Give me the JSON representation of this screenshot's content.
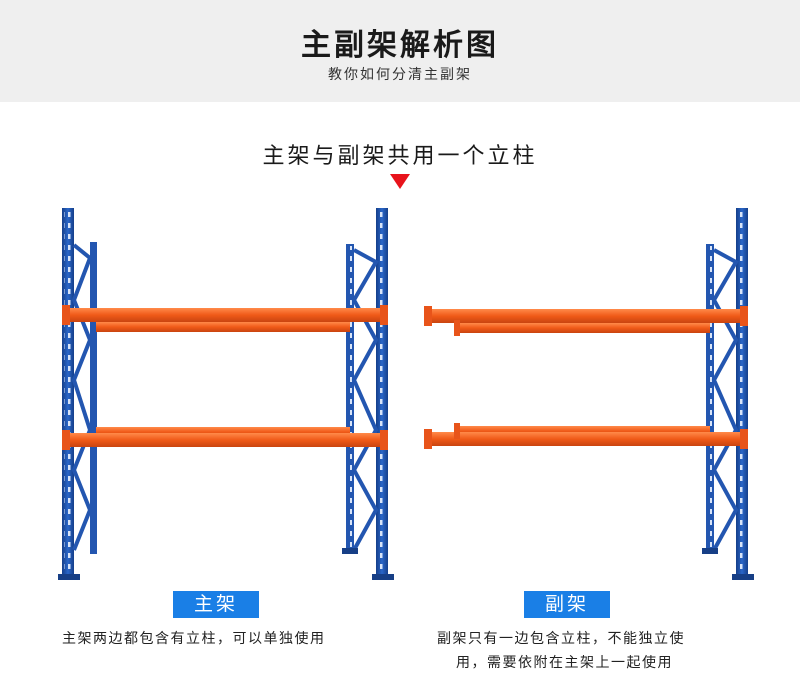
{
  "header": {
    "title": "主副架解析图",
    "subtitle": "教你如何分清主副架"
  },
  "headline": "主架与副架共用一个立柱",
  "main_rack": {
    "label": "主架",
    "description": "主架两边都包含有立柱，可以单独使用"
  },
  "sub_rack": {
    "label": "副架",
    "description_line1": "副架只有一边包含立柱，不能独立使",
    "description_line2": "用，需要依附在主架上一起使用"
  },
  "colors": {
    "upright_blue": "#1f57b5",
    "beam_orange": "#f05a18",
    "badge_blue": "#1a7fe6",
    "arrow_red": "#e8131b",
    "header_bg": "#efefef"
  }
}
